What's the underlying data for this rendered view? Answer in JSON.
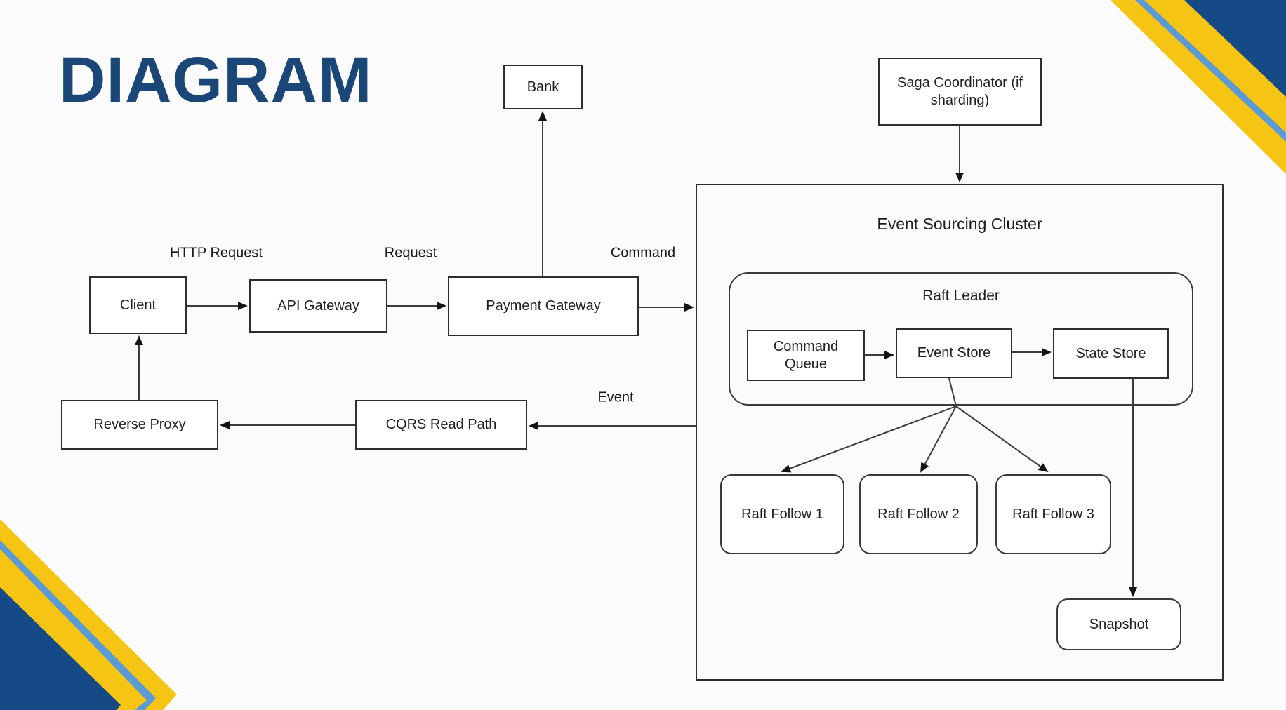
{
  "title": "DIAGRAM",
  "nodes": {
    "bank": {
      "label": "Bank"
    },
    "saga": {
      "label": "Saga Coordinator (if sharding)"
    },
    "client": {
      "label": "Client"
    },
    "api_gateway": {
      "label": "API Gateway"
    },
    "payment_gateway": {
      "label": "Payment Gateway"
    },
    "reverse_proxy": {
      "label": "Reverse Proxy"
    },
    "cqrs_read_path": {
      "label": "CQRS Read Path"
    },
    "cluster": {
      "label": "Event Sourcing Cluster"
    },
    "raft_leader": {
      "label": "Raft Leader"
    },
    "command_queue": {
      "label": "Command Queue"
    },
    "event_store": {
      "label": "Event Store"
    },
    "state_store": {
      "label": "State Store"
    },
    "raft_follow_1": {
      "label": "Raft Follow 1"
    },
    "raft_follow_2": {
      "label": "Raft Follow 2"
    },
    "raft_follow_3": {
      "label": "Raft Follow 3"
    },
    "snapshot": {
      "label": "Snapshot"
    }
  },
  "edge_labels": {
    "http_request": "HTTP Request",
    "request": "Request",
    "command": "Command",
    "event": "Event"
  },
  "colors": {
    "title_blue": "#1A4778",
    "corner_blue": "#154A87",
    "accent_yellow": "#F6C514",
    "stripe_light_blue": "#5B9BD5",
    "node_border": "#2E2E2E",
    "text": "#1F1F1F"
  }
}
